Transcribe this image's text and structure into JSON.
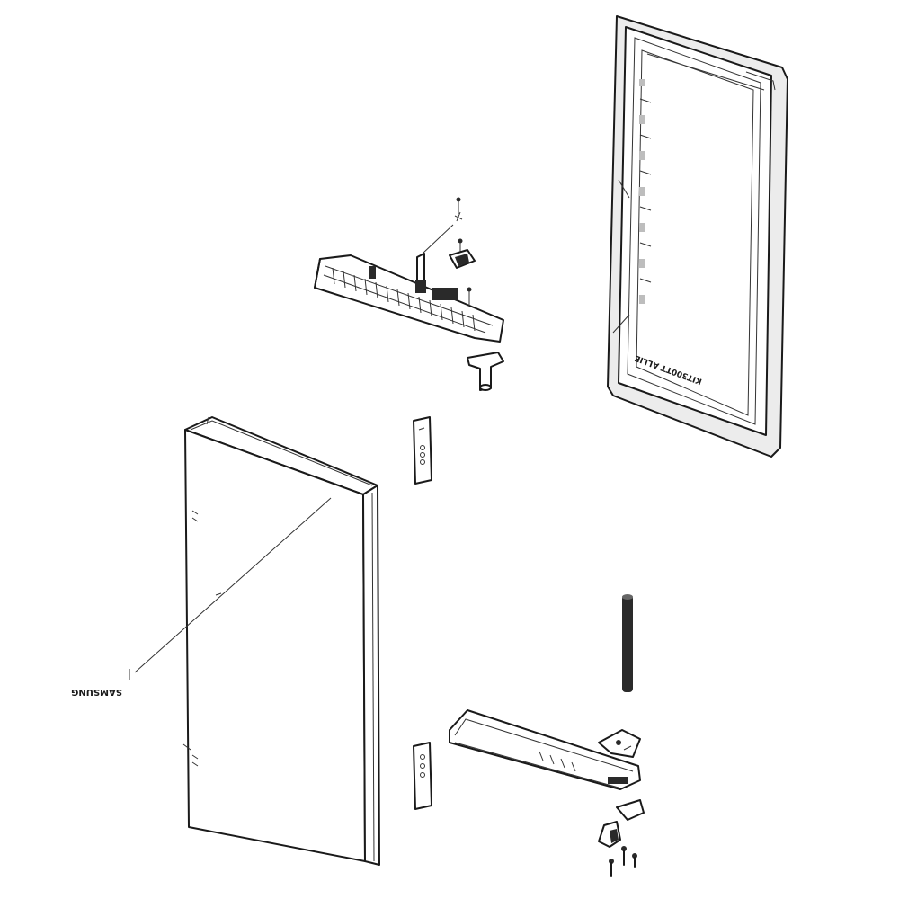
{
  "diagram": {
    "type": "exploded-parts-view",
    "labels": {
      "door_liner_text": "KIT300TT ALLIE",
      "nameplate_text": "SAMSUNG"
    },
    "parts": [
      "door-liner-gasket",
      "upper-door-cap",
      "upper-hinge-bushing",
      "upper-cap-screws",
      "door-stop-block",
      "upper-handle-cap",
      "lower-handle-cap",
      "outer-door-panel",
      "nameplate-badge",
      "lower-door-cap",
      "door-rod",
      "lower-hinge-bracket",
      "lower-hinge-cam",
      "lower-screws"
    ]
  }
}
